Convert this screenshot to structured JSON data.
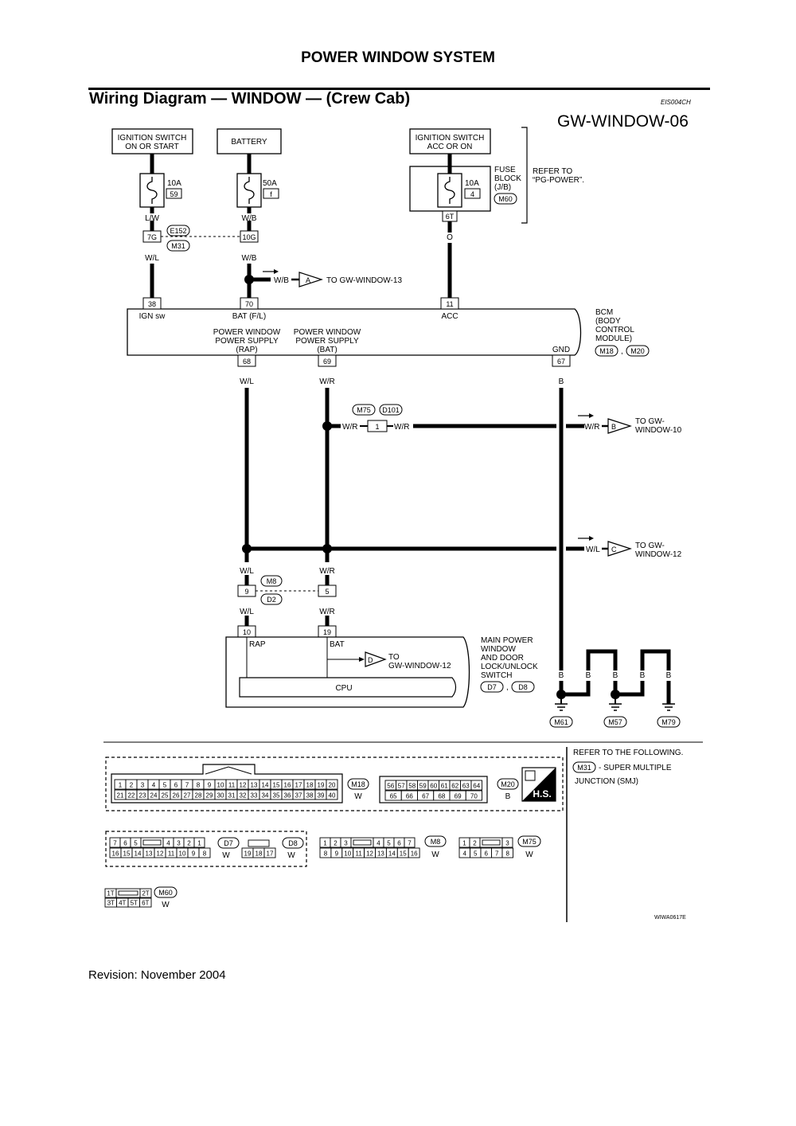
{
  "header": {
    "page_title": "POWER WINDOW SYSTEM",
    "section_title": "Wiring Diagram — WINDOW — (Crew Cab)",
    "doc_code": "EIS004CH",
    "diagram_id": "GW-WINDOW-06"
  },
  "sources": {
    "ign_on_start_1": "IGNITION SWITCH",
    "ign_on_start_2": "ON OR START",
    "battery": "BATTERY",
    "ign_acc_1": "IGNITION SWITCH",
    "ign_acc_2": "ACC OR ON"
  },
  "fuses": {
    "f1_amp": "10A",
    "f1_num": "59",
    "f2_amp": "50A",
    "f2_num": "f",
    "f3_amp": "10A",
    "f3_num": "4",
    "block_1": "FUSE",
    "block_2": "BLOCK",
    "block_3": "(J/B)",
    "block_conn": "M60",
    "block_term": "6T",
    "refer_1": "REFER TO",
    "refer_2": "“PG-POWER”."
  },
  "wires": {
    "lw": "L/W",
    "wb": "W/B",
    "wl": "W/L",
    "wr": "W/R",
    "o": "O",
    "b": "B"
  },
  "connectors": {
    "t7g": "7G",
    "t10g": "10G",
    "e152": "E152",
    "m31": "M31",
    "m75": "M75",
    "d101": "D101",
    "t1": "1",
    "m8": "M8",
    "d2": "D2",
    "t9": "9",
    "t5": "5"
  },
  "arrows": {
    "a_letter": "A",
    "a_text": "TO GW-WINDOW-13",
    "b_letter": "B",
    "b_text1": "TO GW-",
    "b_text2": "WINDOW-10",
    "c_letter": "C",
    "c_text1": "TO GW-",
    "c_text2": "WINDOW-12",
    "d_letter": "D",
    "d_text1": "TO",
    "d_text2": "GW-WINDOW-12"
  },
  "bcm": {
    "t38": "38",
    "t70": "70",
    "t11": "11",
    "ign_sw": "IGN sw",
    "bat_fl": "BAT (F/L)",
    "acc": "ACC",
    "pws1": "POWER WINDOW",
    "pws2": "POWER SUPPLY",
    "rap": "(RAP)",
    "bat": "(BAT)",
    "gnd": "GND",
    "t68": "68",
    "t69": "69",
    "t67": "67",
    "name1": "BCM",
    "name2": "(BODY",
    "name3": "CONTROL",
    "name4": "MODULE)",
    "c1": "M18",
    "c2": "M20",
    "comma": ","
  },
  "main_switch": {
    "t10": "10",
    "t19": "19",
    "rap": "RAP",
    "bat": "BAT",
    "cpu": "CPU",
    "n1": "MAIN POWER",
    "n2": "WINDOW",
    "n3": "AND DOOR",
    "n4": "LOCK/UNLOCK",
    "n5": "SWITCH",
    "c1": "D7",
    "c2": "D8",
    "comma": ","
  },
  "grounds": {
    "g1": "M61",
    "g2": "M57",
    "g3": "M79"
  },
  "legend": {
    "refer1": "REFER TO THE FOLLOWING.",
    "m31": "M31",
    "m31_desc1": "- SUPER MULTIPLE",
    "m31_desc2": "JUNCTION (SMJ)",
    "hs": "H.S.",
    "ref_code": "WIWA0617E",
    "m18": "M18",
    "m18_color": "W",
    "m20": "M20",
    "m20_color": "B",
    "d7": "D7",
    "d7_color": "W",
    "d8": "D8",
    "d8_color": "W",
    "m8": "M8",
    "m8_color": "W",
    "m75": "M75",
    "m75_color": "W",
    "m60": "M60",
    "m60_color": "W",
    "m18_row1": [
      "1",
      "2",
      "3",
      "4",
      "5",
      "6",
      "7",
      "8",
      "9",
      "10",
      "11",
      "12",
      "13",
      "14",
      "15",
      "16",
      "17",
      "18",
      "19",
      "20"
    ],
    "m18_row2": [
      "21",
      "22",
      "23",
      "24",
      "25",
      "26",
      "27",
      "28",
      "29",
      "30",
      "31",
      "32",
      "33",
      "34",
      "35",
      "36",
      "37",
      "38",
      "39",
      "40"
    ],
    "m20_row1": [
      "56",
      "57",
      "58",
      "59",
      "60",
      "61",
      "62",
      "63",
      "64"
    ],
    "m20_row2": [
      "65",
      "66",
      "67",
      "68",
      "69",
      "70"
    ],
    "d7_row1": [
      "7",
      "6",
      "5",
      "",
      "4",
      "3",
      "2",
      "1"
    ],
    "d7_row2": [
      "16",
      "15",
      "14",
      "13",
      "12",
      "11",
      "10",
      "9",
      "8"
    ],
    "d8_row2": [
      "19",
      "18",
      "17"
    ],
    "m8_row1": [
      "1",
      "2",
      "3",
      "",
      "4",
      "5",
      "6",
      "7"
    ],
    "m8_row2": [
      "8",
      "9",
      "10",
      "11",
      "12",
      "13",
      "14",
      "15",
      "16"
    ],
    "m75_row1": [
      "1",
      "2",
      "",
      "3"
    ],
    "m75_row2": [
      "4",
      "5",
      "6",
      "7",
      "8"
    ],
    "m60_row1": [
      "1T",
      "",
      "2T"
    ],
    "m60_row2": [
      "3T",
      "4T",
      "5T",
      "6T"
    ]
  },
  "footer": {
    "revision": "Revision: November 2004"
  }
}
